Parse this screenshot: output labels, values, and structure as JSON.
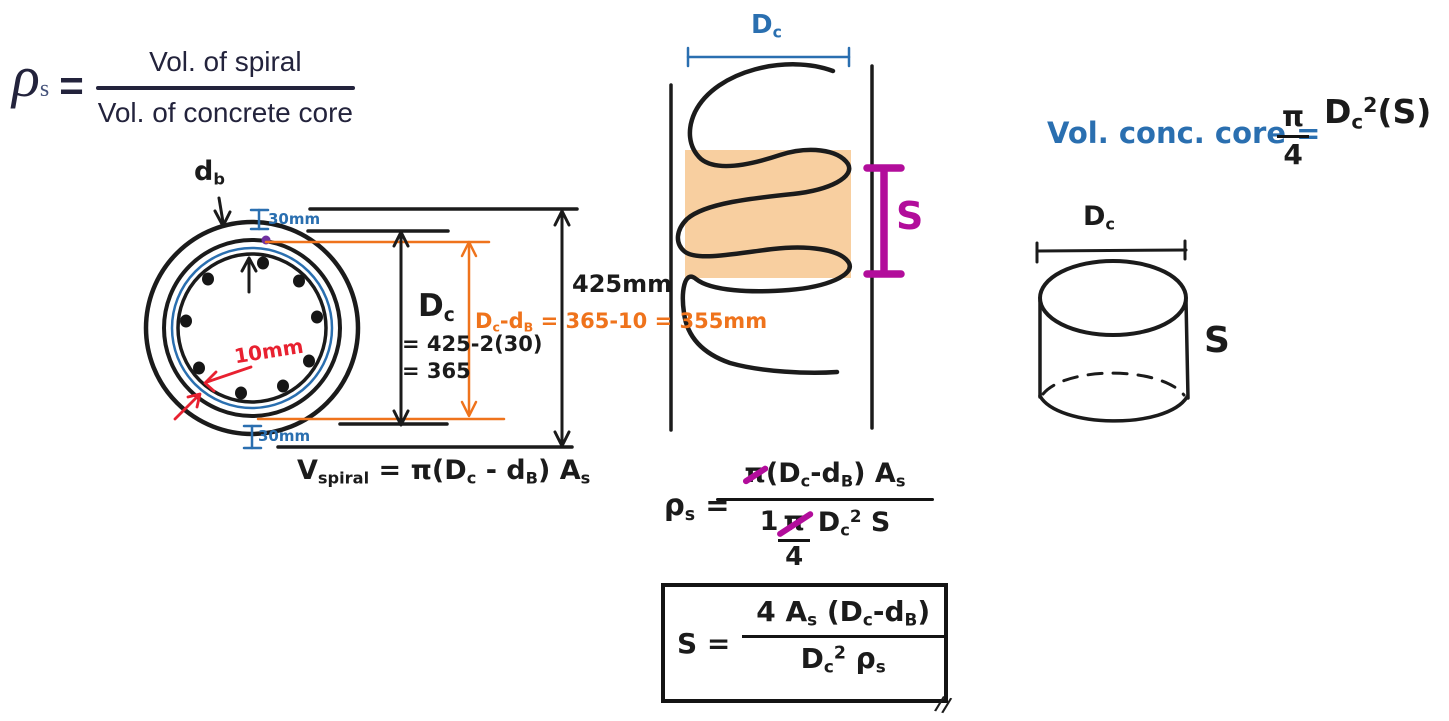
{
  "colors": {
    "ink": "#1b1b1b",
    "printed_navy": "#23233c",
    "blue": "#2a6fb0",
    "orange": "#ef731c",
    "red": "#e82130",
    "magenta": "#b20d9b",
    "purple_dot": "#7030a0",
    "highlight_peach": "#f8cfa0"
  },
  "printed_formula": {
    "rho": "ρ",
    "rho_sub": "s",
    "equals": "=",
    "numerator": "Vol. of spiral",
    "denominator": "Vol. of concrete core"
  },
  "cross_section": {
    "db_label": [
      {
        "t": "d"
      },
      {
        "t": "b",
        "v": "sub"
      }
    ],
    "cover_top": "30mm",
    "cover_bottom": "30mm",
    "wire_dia": "10mm",
    "dc_label": [
      {
        "t": "D"
      },
      {
        "t": "c",
        "v": "sub"
      }
    ],
    "dc_calc_line1": "= 425-2(30)",
    "dc_calc_line2": "= 365",
    "core_minus_wire": [
      {
        "t": "D"
      },
      {
        "t": "c",
        "v": "sub"
      },
      {
        "t": "-d"
      },
      {
        "t": "B",
        "v": "sub"
      },
      {
        "t": " = 365-10 = 355mm"
      }
    ],
    "height_label": "425mm",
    "vspiral_eq": [
      {
        "t": "V"
      },
      {
        "t": "spiral",
        "v": "sub"
      },
      {
        "t": " = π(D"
      },
      {
        "t": "c",
        "v": "sub"
      },
      {
        "t": " - d"
      },
      {
        "t": "B",
        "v": "sub"
      },
      {
        "t": ") A"
      },
      {
        "t": "s",
        "v": "sub"
      }
    ]
  },
  "spiral_view": {
    "dc_label": [
      {
        "t": "D"
      },
      {
        "t": "c",
        "v": "sub"
      }
    ],
    "spacing_label": "S"
  },
  "core_volume_eq": {
    "label": "Vol. conc. core =",
    "pi": "π",
    "four": "4",
    "rest": [
      {
        "t": "D"
      },
      {
        "t": "c",
        "v": "sub"
      },
      {
        "t": "2",
        "v": "sup"
      },
      {
        "t": "(S)"
      }
    ]
  },
  "cylinder": {
    "dc_label": [
      {
        "t": "D"
      },
      {
        "t": "c",
        "v": "sub"
      }
    ],
    "spacing_label": "S"
  },
  "rho_equation": {
    "lhs": [
      {
        "t": "ρ"
      },
      {
        "t": "s",
        "v": "sub"
      },
      {
        "t": " ="
      }
    ],
    "numerator": [
      {
        "t": "π",
        "v": "strike"
      },
      {
        "t": "(D"
      },
      {
        "t": "c",
        "v": "sub"
      },
      {
        "t": "-d"
      },
      {
        "t": "B",
        "v": "sub"
      },
      {
        "t": ") A"
      },
      {
        "t": "s",
        "v": "sub"
      }
    ],
    "den_prefix": "1",
    "den_pi": "π",
    "den_four": "4",
    "den_rest": [
      {
        "t": "D"
      },
      {
        "t": "c",
        "v": "sub"
      },
      {
        "t": "2",
        "v": "sup"
      },
      {
        "t": " S"
      }
    ]
  },
  "spacing_formula": {
    "lhs": "S =",
    "numerator": [
      {
        "t": "4 A"
      },
      {
        "t": "s",
        "v": "sub"
      },
      {
        "t": " (D"
      },
      {
        "t": "c",
        "v": "sub"
      },
      {
        "t": "-d"
      },
      {
        "t": "B",
        "v": "sub"
      },
      {
        "t": ")"
      }
    ],
    "denominator": [
      {
        "t": "D"
      },
      {
        "t": "c",
        "v": "sub"
      },
      {
        "t": "2",
        "v": "sup"
      },
      {
        "t": " ρ"
      },
      {
        "t": "s",
        "v": "sub"
      }
    ],
    "corner_mark": "//"
  }
}
